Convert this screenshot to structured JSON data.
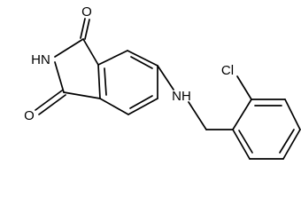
{
  "molecule": {
    "atoms": {
      "o_top": "O",
      "nh_imide": "HN",
      "o_bottom": "O",
      "nh_amine": "NH",
      "cl": "Cl"
    }
  },
  "colors": {
    "bond": "#000000",
    "label": "#000000",
    "background": "#ffffff"
  }
}
